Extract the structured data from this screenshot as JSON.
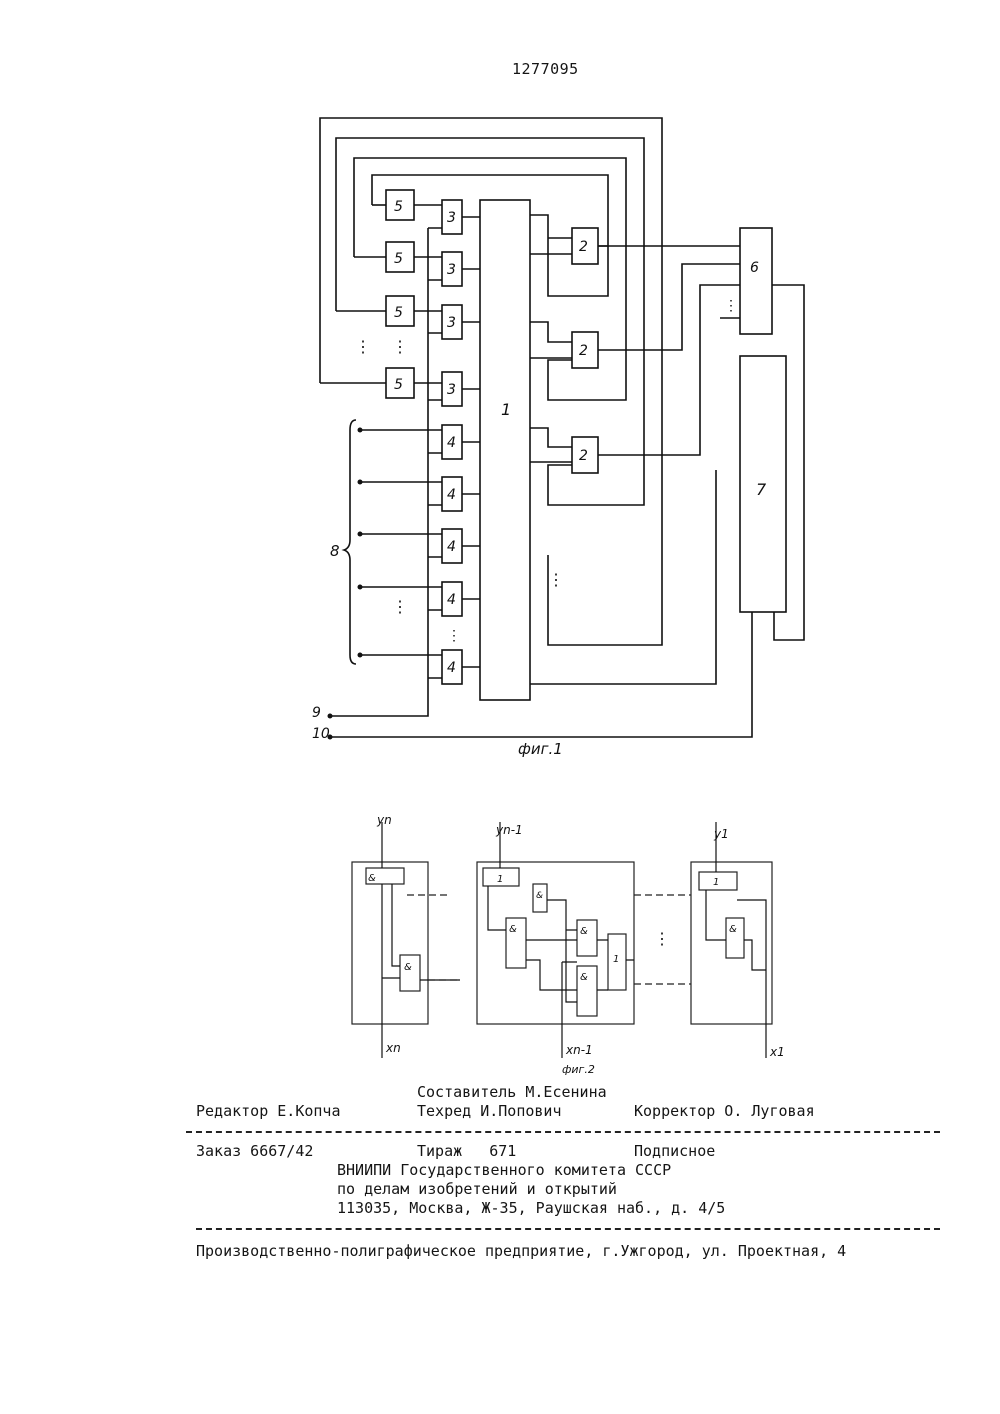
{
  "header": {
    "patent_number": "1277095"
  },
  "fig1": {
    "caption": "фиг.1",
    "blocks": {
      "b1": "1",
      "b2": "2",
      "b3": "3",
      "b4": "4",
      "b5": "5",
      "b6": "6",
      "b7": "7",
      "b8": "8",
      "b9": "9",
      "b10": "10"
    }
  },
  "fig2": {
    "caption": "фиг.2",
    "outputs": {
      "yn": "yn",
      "yn1": "yn-1",
      "y1": "y1"
    },
    "inputs": {
      "xn": "xn",
      "xn1": "xn-1",
      "x1": "x1"
    },
    "cell_labels": {
      "one": "1",
      "and": "&"
    }
  },
  "footer": {
    "compiler": "Составитель М.Есенина",
    "editor": "Редактор Е.Копча",
    "techred": "Техред И.Попович",
    "corrector": "Корректор О. Луговая",
    "order": "Заказ 6667/42",
    "tirazh": "Тираж   671",
    "podpisnoe": "Подписное",
    "org1": "ВНИИПИ Государственного комитета СССР",
    "org2": "по делам изобретений и открытий",
    "address": "113035, Москва, Ж-35, Раушская наб., д. 4/5",
    "printer": "Производственно-полиграфическое предприятие, г.Ужгород, ул. Проектная, 4"
  }
}
